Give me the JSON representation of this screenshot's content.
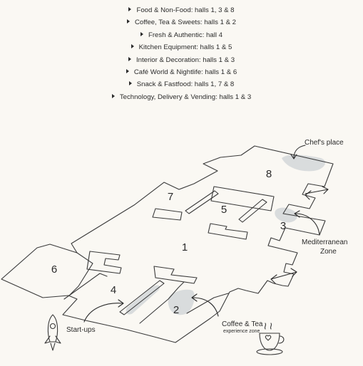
{
  "legend": [
    "Food & Non-Food: halls 1, 3 & 8",
    "Coffee, Tea & Sweets: halls 1 & 2",
    "Fresh & Authentic: hall 4",
    "Kitchen Equipment: halls 1 & 5",
    "Interior & Decoration: halls 1 & 3",
    "Café World & Nightlife: halls 1 & 6",
    "Snack & Fastfood: halls 1, 7 & 8",
    "Technology, Delivery & Vending: halls 1 & 3"
  ],
  "halls": {
    "h1": "1",
    "h2": "2",
    "h3": "3",
    "h4": "4",
    "h5": "5",
    "h6": "6",
    "h7": "7",
    "h8": "8"
  },
  "zones": {
    "chefs_place": "Chef's place",
    "mediterranean_line1": "Mediterranean",
    "mediterranean_line2": "Zone",
    "coffee_tea": "Coffee & Tea",
    "coffee_tea_sub": "experience zone",
    "startups": "Start-ups"
  },
  "icons": {
    "bullet": "triangle-right-icon",
    "rocket": "rocket-icon",
    "coffee_cup": "coffee-cup-icon"
  },
  "colors": {
    "background": "#faf8f3",
    "zone_fill": "#d9dcdd",
    "ink": "#2b2b2b"
  }
}
